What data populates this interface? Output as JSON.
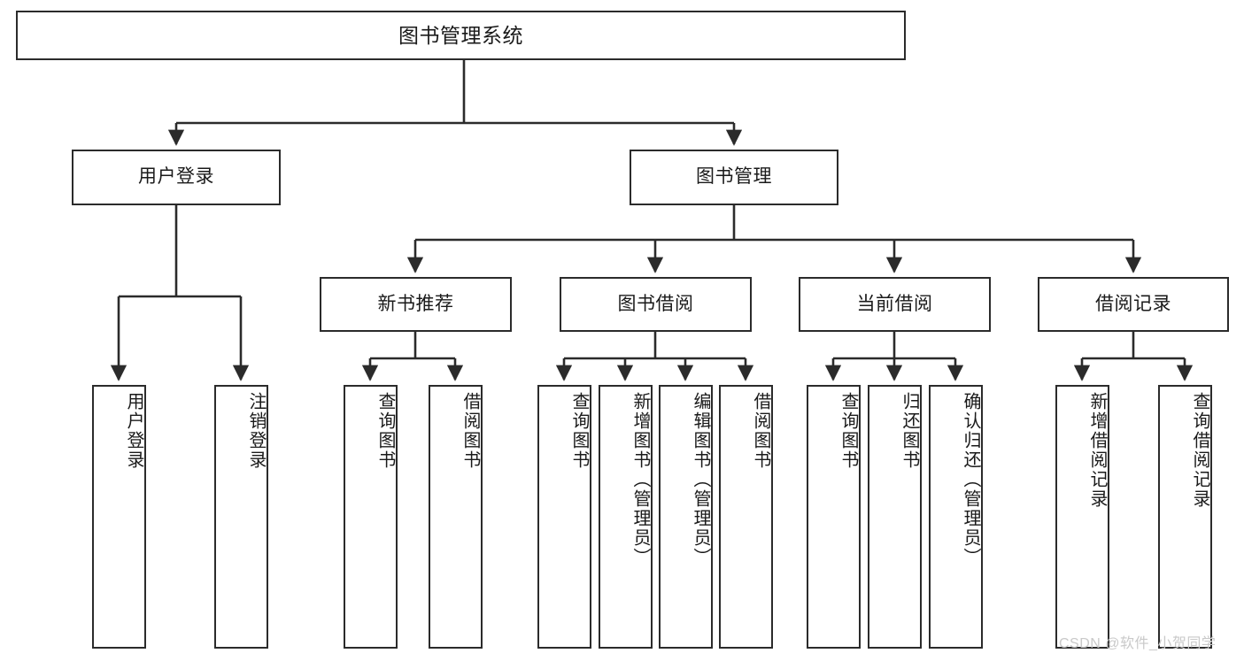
{
  "diagram": {
    "title": "图书管理系统",
    "type": "hierarchy-tree",
    "watermark": "CSDN @软件_小贺同学",
    "colors": {
      "stroke": "#2b2b2b",
      "fill": "#ffffff",
      "text": "#1a1a1a",
      "watermark": "#c9c9c9"
    },
    "nodes": {
      "root": {
        "label": "图书管理系统"
      },
      "level2": [
        {
          "id": "user-login",
          "label": "用户登录"
        },
        {
          "id": "book-manage",
          "label": "图书管理"
        }
      ],
      "level3": [
        {
          "id": "new-book-rec",
          "label": "新书推荐"
        },
        {
          "id": "book-borrow",
          "label": "图书借阅"
        },
        {
          "id": "current-borrow",
          "label": "当前借阅"
        },
        {
          "id": "borrow-record",
          "label": "借阅记录"
        }
      ],
      "leaves": {
        "user-login": [
          {
            "id": "leaf-user-login",
            "label": "用户登录"
          },
          {
            "id": "leaf-logout",
            "label": "注销登录"
          }
        ],
        "new-book-rec": [
          {
            "id": "leaf-query-book-1",
            "label": "查询图书"
          },
          {
            "id": "leaf-borrow-book-1",
            "label": "借阅图书"
          }
        ],
        "book-borrow": [
          {
            "id": "leaf-query-book-2",
            "label": "查询图书"
          },
          {
            "id": "leaf-add-book",
            "label": "新增图书（管理员）"
          },
          {
            "id": "leaf-edit-book",
            "label": "编辑图书（管理员）"
          },
          {
            "id": "leaf-borrow-book-2",
            "label": "借阅图书"
          }
        ],
        "current-borrow": [
          {
            "id": "leaf-query-book-3",
            "label": "查询图书"
          },
          {
            "id": "leaf-return-book",
            "label": "归还图书"
          },
          {
            "id": "leaf-confirm-return",
            "label": "确认归还（管理员）"
          }
        ],
        "borrow-record": [
          {
            "id": "leaf-add-record",
            "label": "新增借阅记录"
          },
          {
            "id": "leaf-query-record",
            "label": "查询借阅记录"
          }
        ]
      }
    }
  }
}
